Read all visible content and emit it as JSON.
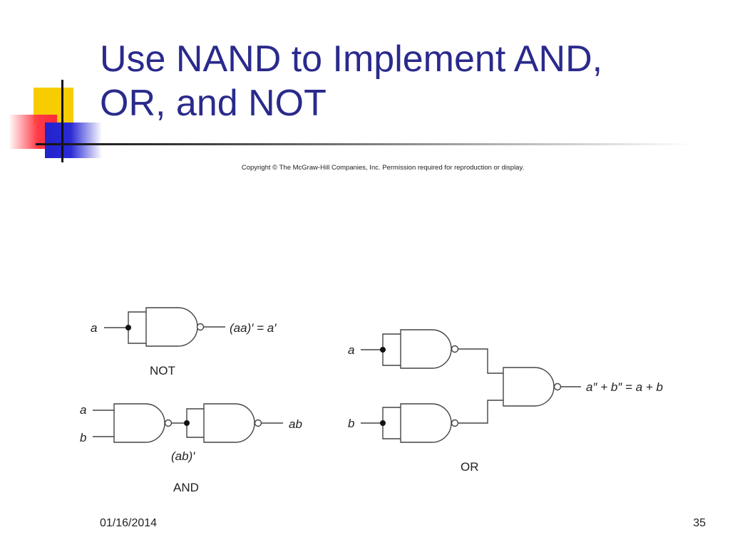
{
  "slide": {
    "title_line1": "Use NAND to Implement AND,",
    "title_line2": "OR, and NOT",
    "copyright": "Copyright © The McGraw-Hill Companies, Inc. Permission required for reproduction or display.",
    "date": "01/16/2014",
    "page_number": "35",
    "colors": {
      "title": "#2a2a8c",
      "accent_yellow": "#f7cc00",
      "accent_red": "#ff3b47",
      "accent_blue": "#2323cc"
    }
  },
  "diagram": {
    "not": {
      "input": "a",
      "output": "(aa)′ = a′",
      "caption": "NOT"
    },
    "and": {
      "input_a": "a",
      "input_b": "b",
      "intermediate": "(ab)′",
      "output": "ab",
      "caption": "AND"
    },
    "or": {
      "input_a": "a",
      "input_b": "b",
      "output": "a″ + b″ = a + b",
      "caption": "OR"
    }
  }
}
